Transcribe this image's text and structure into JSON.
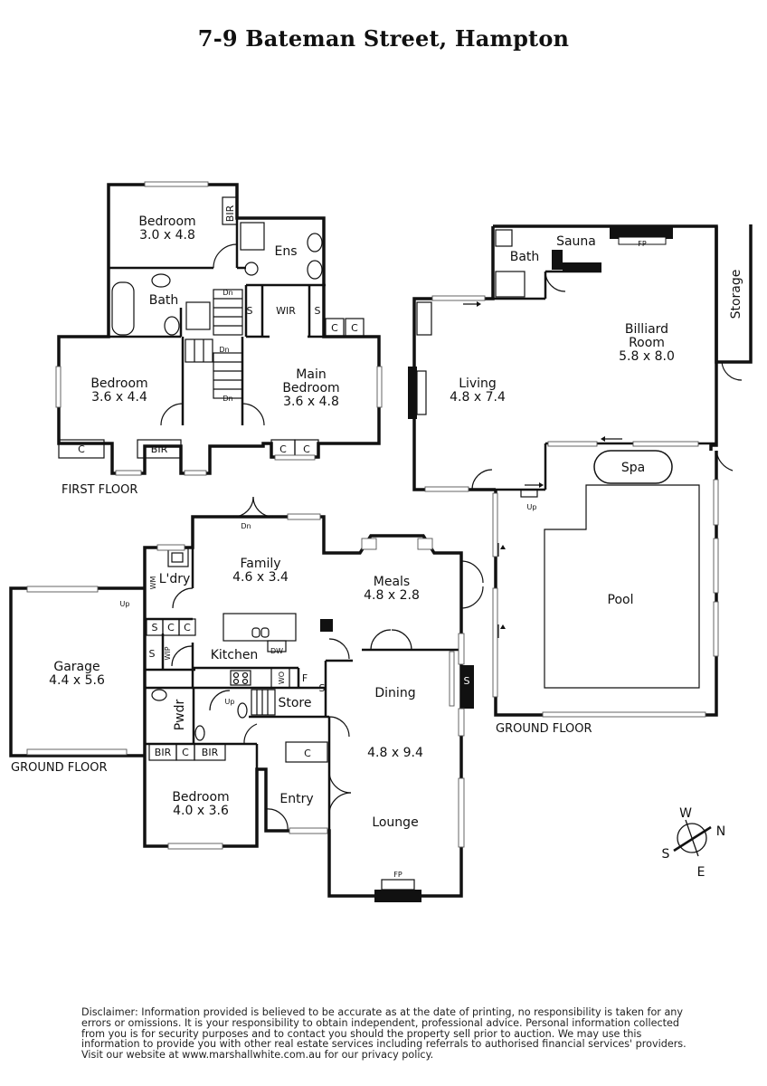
{
  "title": "7-9 Bateman Street, Hampton",
  "rooms": {
    "bed_fs1": {
      "name": "Bedroom",
      "dim": "3.0 x 4.8"
    },
    "ens": {
      "name": "Ens"
    },
    "bath_fs": {
      "name": "Bath"
    },
    "wir": {
      "name": "WIR"
    },
    "bed_fs2": {
      "name": "Bedroom",
      "dim": "3.6 x 4.4"
    },
    "main_bed": {
      "name1": "Main",
      "name2": "Bedroom",
      "dim": "3.6 x 4.8"
    },
    "bath_gf2": {
      "name": "Bath"
    },
    "sauna": {
      "name": "Sauna"
    },
    "billiard": {
      "name1": "Billiard",
      "name2": "Room",
      "dim": "5.8 x 8.0"
    },
    "storage": {
      "name": "Storage"
    },
    "living": {
      "name": "Living",
      "dim": "4.8 x 7.4"
    },
    "spa": {
      "name": "Spa"
    },
    "pool": {
      "name": "Pool"
    },
    "family": {
      "name": "Family",
      "dim": "4.6 x 3.4"
    },
    "meals": {
      "name": "Meals",
      "dim": "4.8 x 2.8"
    },
    "laundry": {
      "name": "L'dry"
    },
    "garage": {
      "name": "Garage",
      "dim": "4.4 x 5.6"
    },
    "kitchen": {
      "name": "Kitchen"
    },
    "dining": {
      "name": "Dining",
      "dim": "4.8 x 9.4"
    },
    "store": {
      "name": "Store"
    },
    "pwdr": {
      "name": "Pwdr"
    },
    "bed_gf": {
      "name": "Bedroom",
      "dim": "4.0 x 3.6"
    },
    "entry": {
      "name": "Entry"
    },
    "lounge": {
      "name": "Lounge"
    }
  },
  "fixtures": {
    "bir": "BIR",
    "c": "C",
    "s": "S",
    "wm": "WM",
    "wip": "WIP",
    "wo": "WO",
    "f": "F",
    "dw": "DW",
    "fp": "FP",
    "dn": "Dn",
    "up": "Up"
  },
  "floor_labels": {
    "first": "FIRST FLOOR",
    "ground_left": "GROUND FLOOR",
    "ground_right": "GROUND FLOOR"
  },
  "compass": {
    "w": "W",
    "n": "N",
    "s": "S",
    "e": "E"
  },
  "disclaimer": "Disclaimer: Information provided is believed to be accurate as at the date of printing, no responsibility is taken for any errors or omissions. It is your responsibility to obtain independent, professional advice. Personal information collected from you is for security purposes and to contact you should the property sell prior to auction. We may use this information to provide you with other real estate services including referrals to authorised financial services' providers. Visit our website at www.marshallwhite.com.au for our privacy policy."
}
